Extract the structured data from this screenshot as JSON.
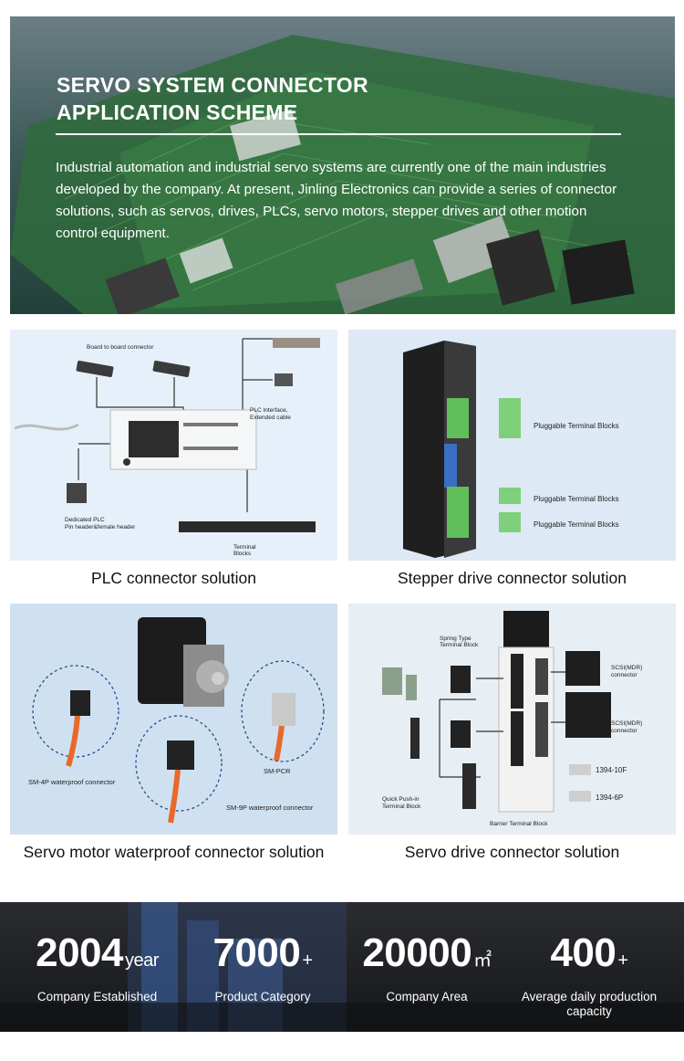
{
  "hero": {
    "title": "SERVO SYSTEM CONNECTOR\nAPPLICATION SCHEME",
    "description": "Industrial automation and industrial servo systems are currently one of the main industries developed by the company. At present, Jinling Electronics can provide a series of connector solutions, such as servos, drives, PLCs, servo motors, stepper drives and other motion control equipment."
  },
  "solutions": [
    {
      "caption": "PLC connector solution",
      "labels": {
        "board": "Board to board connector",
        "plc": "PLC Interface,",
        "plc2": "Extended cable",
        "dedicated": "Dedicated PLC",
        "dedicated2": "Pin header&female header",
        "terminal": "Terminal",
        "terminal2": "Blocks"
      }
    },
    {
      "caption": "Stepper drive connector solution",
      "labels": {
        "ptb1": "Pluggable Terminal Blocks",
        "ptb2": "Pluggable Terminal Blocks",
        "ptb3": "Pluggable Terminal Blocks"
      }
    },
    {
      "caption": "Servo motor waterproof connector solution",
      "labels": {
        "sm4p": "SM-4P waterproof connector",
        "smpcr": "SM-PCR",
        "sm9p": "SM-9P waterproof connector"
      }
    },
    {
      "caption": "Servo drive connector solution",
      "labels": {
        "spring": "Spring Type",
        "spring2": "Terminal Block",
        "scsi1": "SCSI(MDR)",
        "scsi1b": "connector",
        "scsi2": "SCSI(MDR)",
        "scsi2b": "connector",
        "p10": "1394-10F",
        "p6": "1394-6P",
        "quick": "Quick Push-in",
        "quick2": "Terminal Block",
        "barrier": "Barrier Terminal Block"
      }
    }
  ],
  "stats": [
    {
      "value": "2004",
      "unit": "year",
      "label": "Company Established"
    },
    {
      "value": "7000",
      "unit": "+",
      "label": "Product Category"
    },
    {
      "value": "20000",
      "unit": "㎡",
      "label": "Company Area"
    },
    {
      "value": "400",
      "unit": "+",
      "label": "Average daily production capacity"
    }
  ],
  "colors": {
    "terminal_green": "#5fbf5a",
    "dip_blue": "#3a6fc4",
    "cable_orange": "#e8692a",
    "stats_bg": "#1c1e21"
  }
}
